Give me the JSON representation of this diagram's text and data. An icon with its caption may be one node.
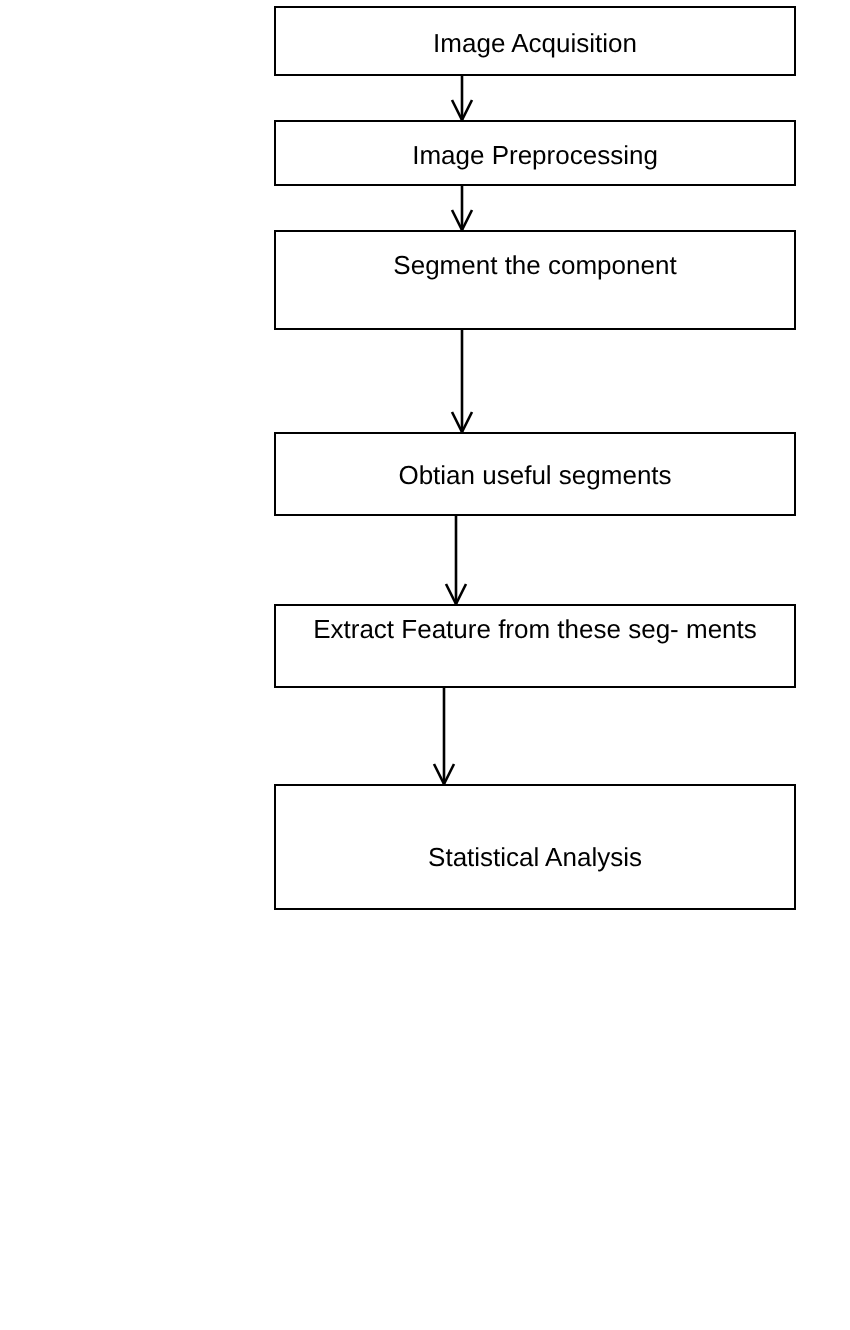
{
  "diagram": {
    "nodes": [
      {
        "text": [
          "Image Acquisition"
        ]
      },
      {
        "text": [
          "Image Preprocessing"
        ]
      },
      {
        "text": [
          "Segment the component"
        ]
      },
      {
        "text": [
          "Obtian useful segments"
        ]
      },
      {
        "text": [
          "Extract Feature from these seg- ments"
        ]
      },
      {
        "text": [
          "Statistical Analysis"
        ]
      }
    ],
    "edges": [
      {
        "from": 0,
        "to": 1,
        "arrow": "to"
      },
      {
        "from": 1,
        "to": 2,
        "arrow": "to"
      },
      {
        "from": 2,
        "to": 3,
        "arrow": "to"
      },
      {
        "from": 3,
        "to": 4,
        "arrow": "to"
      },
      {
        "from": 4,
        "to": 5,
        "arrow": "to"
      }
    ]
  }
}
